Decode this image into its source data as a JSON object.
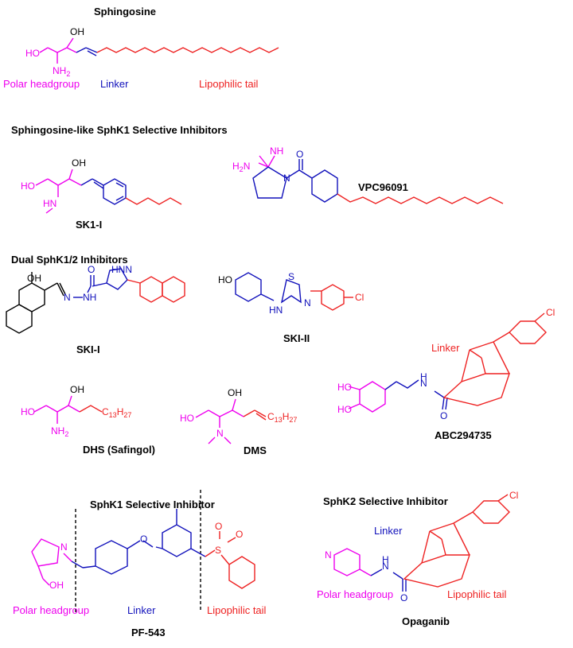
{
  "colors": {
    "polar": "#ee00ee",
    "linker": "#1111bb",
    "lipophilic": "#ee2222",
    "black": "#000000"
  },
  "titles": {
    "sphingosine": "Sphingosine",
    "sphk1_like": "Sphingosine-like SphK1 Selective Inhibitors",
    "dual": "Dual SphK1/2 Inhibitors",
    "sphk1_selective": "SphK1 Selective Inhibitor",
    "sphk2_selective": "SphK2 Selective Inhibitor"
  },
  "compounds": {
    "sk1i": "SK1-I",
    "vpc": "VPC96091",
    "skii_one": "SKI-I",
    "skii_two": "SKI-II",
    "abc": "ABC294735",
    "dhs": "DHS (Safingol)",
    "dms": "DMS",
    "pf": "PF-543",
    "opaganib": "Opaganib"
  },
  "regions": {
    "polar": "Polar headgroup",
    "linker": "Linker",
    "lipo": "Lipophilic tail"
  },
  "atoms": {
    "oh": "OH",
    "ho": "HO",
    "nh2": "NH",
    "nh2_sub": "2",
    "n": "N",
    "h": "H",
    "o": "O",
    "s": "S",
    "cl": "Cl",
    "hn": "HN",
    "hnn": "HN",
    "h2n": "H",
    "h2n_sub": "2",
    "h2n_n": "N",
    "nh_imine": "NH",
    "c": "C",
    "c13": "13",
    "h27": "H",
    "h27_sub": "27",
    "nh_link": "N",
    "nh_link_h": "H"
  }
}
